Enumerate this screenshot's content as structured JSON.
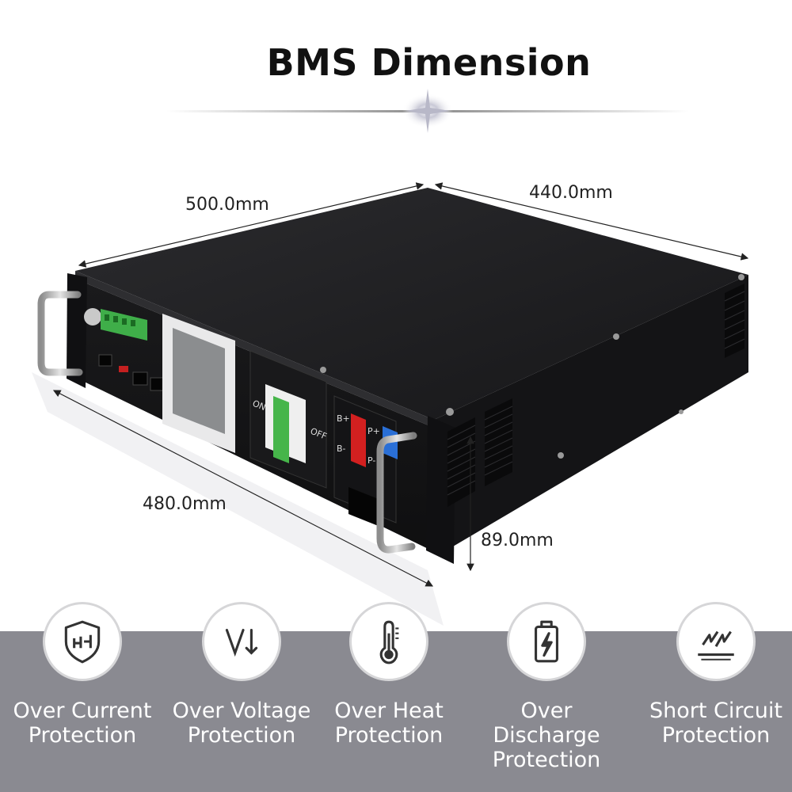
{
  "title": "BMS Dimension",
  "dimensions": {
    "length_top": "500.0mm",
    "depth_top": "440.0mm",
    "length_front": "480.0mm",
    "height": "89.0mm"
  },
  "device_labels": {
    "on": "ON",
    "off": "OFF",
    "b_plus": "B+",
    "b_minus": "B-",
    "p_plus": "P+",
    "p_minus": "P-"
  },
  "features": [
    {
      "icon": "over-current-shield-icon",
      "line1": "Over Current",
      "line2": "Protection"
    },
    {
      "icon": "over-voltage-icon",
      "line1": "Over Voltage",
      "line2": "Protection"
    },
    {
      "icon": "thermometer-icon",
      "line1": "Over Heat",
      "line2": "Protection"
    },
    {
      "icon": "battery-bolt-icon",
      "line1": "Over Discharge",
      "line2": "Protection"
    },
    {
      "icon": "short-circuit-icon",
      "line1": "Short Circuit",
      "line2": "Protection"
    }
  ],
  "colors": {
    "band": "#8a8a91",
    "device_body": "#1c1c1e",
    "terminal_red": "#d32020",
    "terminal_blue": "#2a6fd6",
    "connector_green": "#3fae49"
  }
}
